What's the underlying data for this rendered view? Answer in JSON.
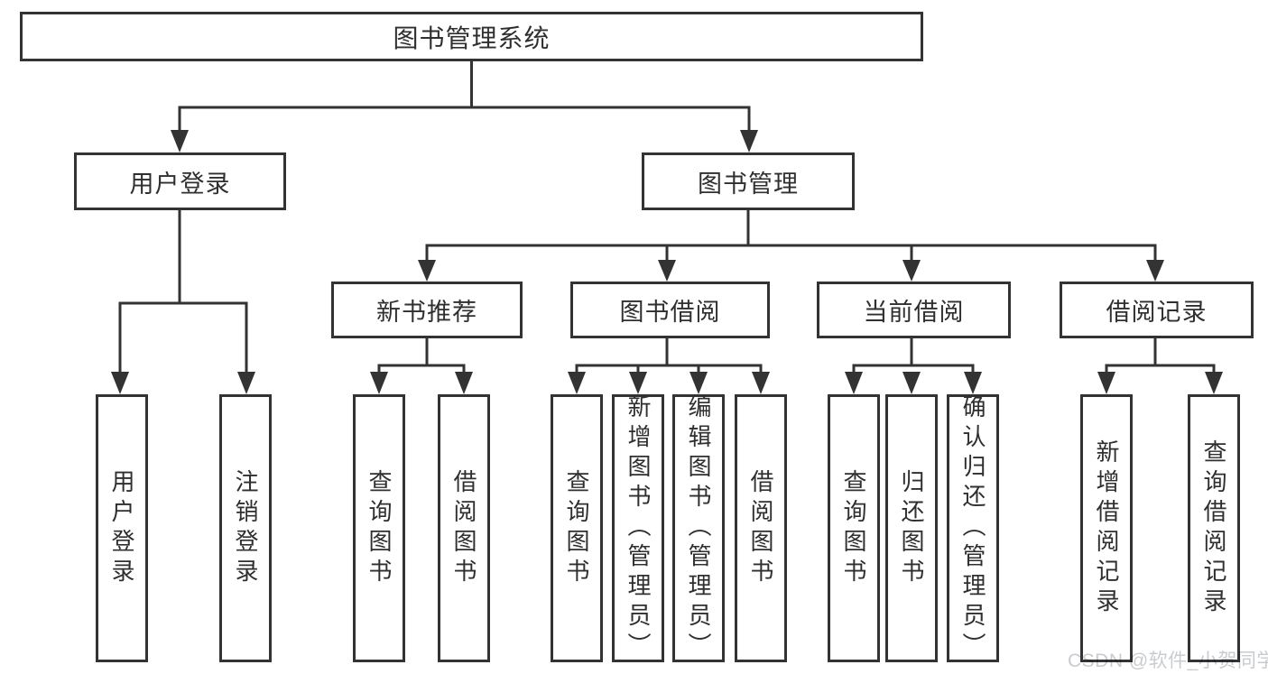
{
  "diagram": {
    "root": {
      "label": "图书管理系统"
    },
    "level2": {
      "user_login": {
        "label": "用户登录"
      },
      "book_management": {
        "label": "图书管理"
      }
    },
    "level3": {
      "new_book_recommend": {
        "label": "新书推荐"
      },
      "book_borrow": {
        "label": "图书借阅"
      },
      "current_borrow": {
        "label": "当前借阅"
      },
      "borrow_record": {
        "label": "借阅记录"
      }
    },
    "leaves": {
      "user_login": [
        "用户登录",
        "注销登录"
      ],
      "new_book_recommend": [
        "查询图书",
        "借阅图书"
      ],
      "book_borrow": [
        "查询图书",
        "新增图书（管理员）",
        "编辑图书（管理员）",
        "借阅图书"
      ],
      "current_borrow": [
        "查询图书",
        "归还图书",
        "确认归还（管理员）"
      ],
      "borrow_record": [
        "新增借阅记录",
        "查询借阅记录"
      ]
    }
  },
  "watermark": {
    "text": "CSDN @软件_小贺同学"
  },
  "colors": {
    "line": "#333333",
    "text": "#2f2f2f",
    "background": "#ffffff",
    "watermark": "#c8cbd0"
  }
}
